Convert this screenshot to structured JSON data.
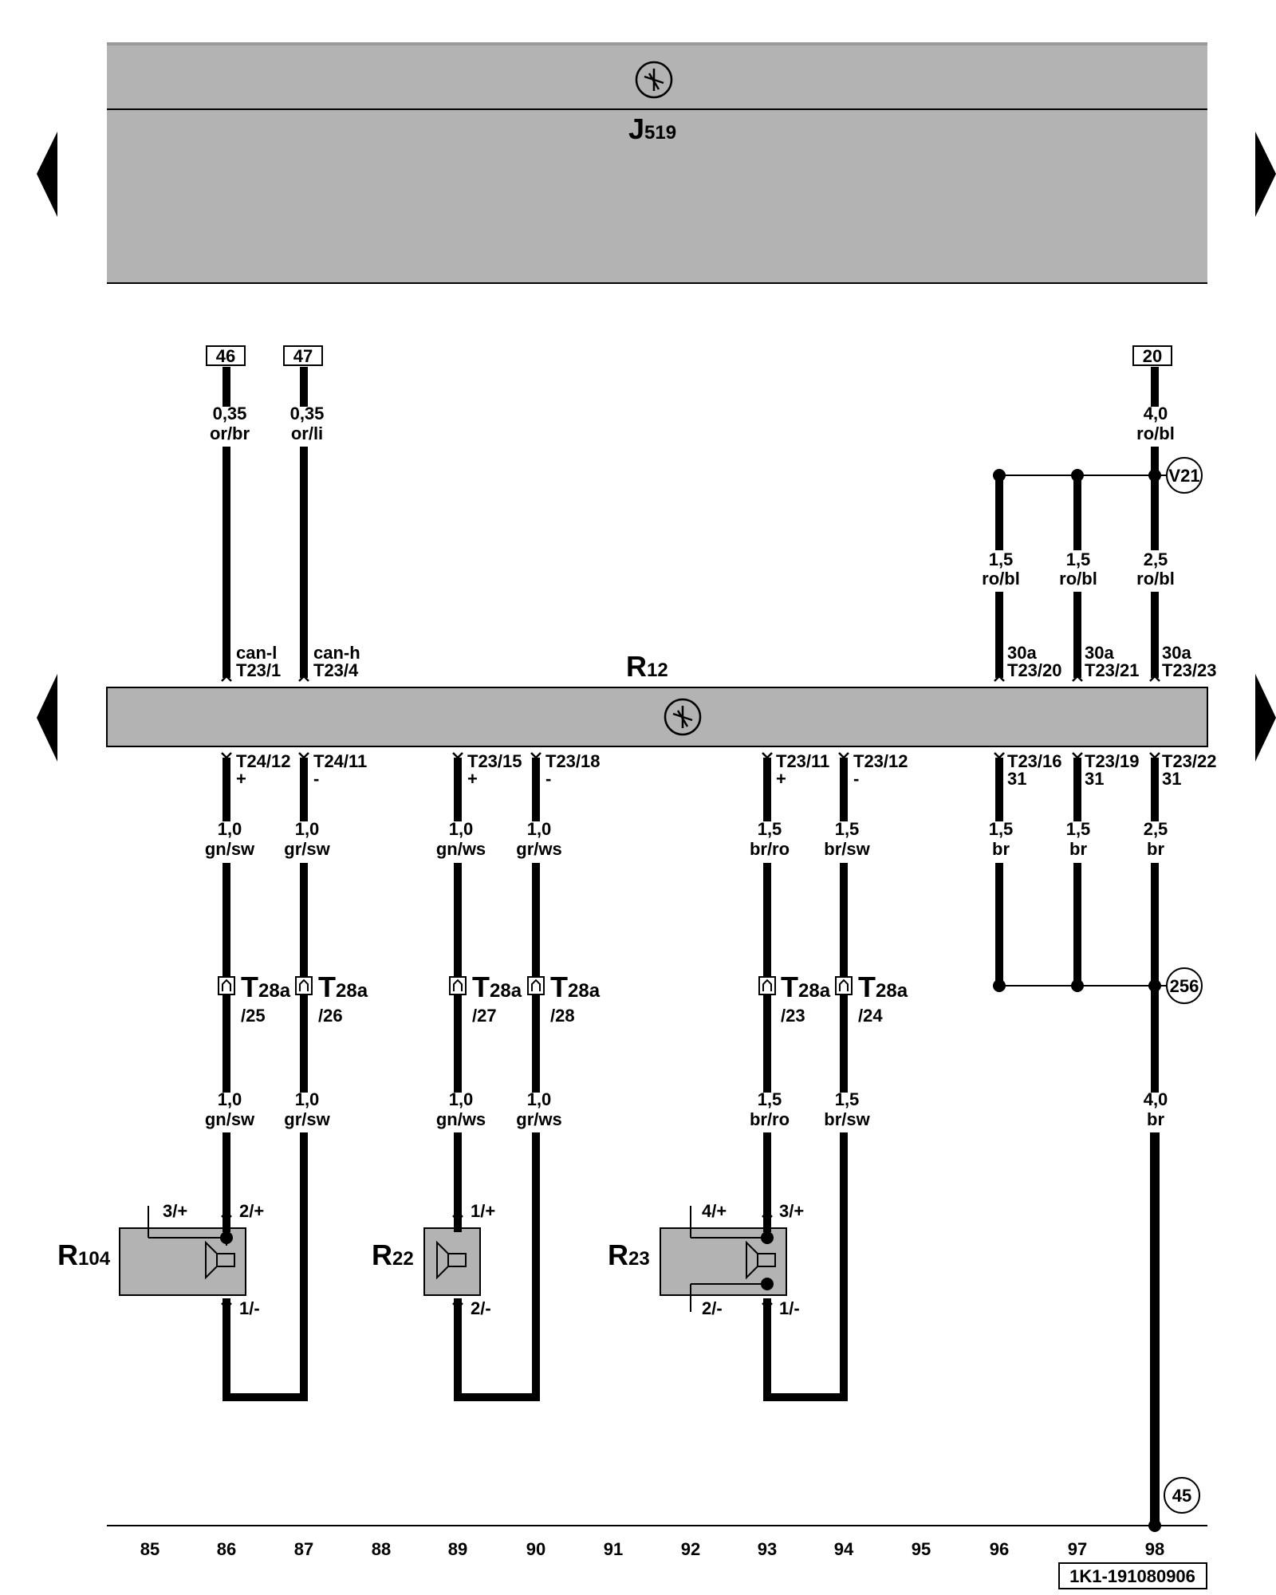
{
  "modules": {
    "top": {
      "name": "J",
      "sub": "519"
    },
    "middle": {
      "name": "R",
      "sub": "12"
    }
  },
  "side_arrows": [
    "left",
    "right",
    "left",
    "right"
  ],
  "top_refs": [
    {
      "x": 86,
      "ref": "46",
      "size": "0,35",
      "color": "or/br"
    },
    {
      "x": 87,
      "ref": "47",
      "size": "0,35",
      "color": "or/li"
    },
    {
      "x": 98,
      "ref": "20",
      "size": "4,0",
      "color": "ro/bl"
    }
  ],
  "v21_node": {
    "label": "V21"
  },
  "power_wires": [
    {
      "x": 96,
      "size": "1,5",
      "color": "ro/bl",
      "pin_fn": "30a",
      "pin": "T23/20"
    },
    {
      "x": 97,
      "size": "1,5",
      "color": "ro/bl",
      "pin_fn": "30a",
      "pin": "T23/21"
    },
    {
      "x": 98,
      "size": "2,5",
      "color": "ro/bl",
      "pin_fn": "30a",
      "pin": "T23/23"
    }
  ],
  "can_pins": [
    {
      "x": 86,
      "fn": "can-l",
      "pin": "T23/1"
    },
    {
      "x": 87,
      "fn": "can-h",
      "pin": "T23/4"
    }
  ],
  "lower_wires": [
    {
      "x": 86,
      "pin": "T24/12",
      "pol": "+",
      "size": "1,0",
      "color": "gn/sw",
      "conn": "T",
      "conn_sub": "28a",
      "conn_pin": "/25",
      "size2": "1,0",
      "color2": "gn/sw"
    },
    {
      "x": 87,
      "pin": "T24/11",
      "pol": "-",
      "size": "1,0",
      "color": "gr/sw",
      "conn": "T",
      "conn_sub": "28a",
      "conn_pin": "/26",
      "size2": "1,0",
      "color2": "gr/sw"
    },
    {
      "x": 89,
      "pin": "T23/15",
      "pol": "+",
      "size": "1,0",
      "color": "gn/ws",
      "conn": "T",
      "conn_sub": "28a",
      "conn_pin": "/27",
      "size2": "1,0",
      "color2": "gn/ws"
    },
    {
      "x": 90,
      "pin": "T23/18",
      "pol": "-",
      "size": "1,0",
      "color": "gr/ws",
      "conn": "T",
      "conn_sub": "28a",
      "conn_pin": "/28",
      "size2": "1,0",
      "color2": "gr/ws"
    },
    {
      "x": 93,
      "pin": "T23/11",
      "pol": "+",
      "size": "1,5",
      "color": "br/ro",
      "conn": "T",
      "conn_sub": "28a",
      "conn_pin": "/23",
      "size2": "1,5",
      "color2": "br/ro"
    },
    {
      "x": 94,
      "pin": "T23/12",
      "pol": "-",
      "size": "1,5",
      "color": "br/sw",
      "conn": "T",
      "conn_sub": "28a",
      "conn_pin": "/24",
      "size2": "1,5",
      "color2": "br/sw"
    }
  ],
  "ground_wires": [
    {
      "x": 96,
      "pin": "T23/16",
      "fn": "31",
      "size": "1,5",
      "color": "br"
    },
    {
      "x": 97,
      "pin": "T23/19",
      "fn": "31",
      "size": "1,5",
      "color": "br"
    },
    {
      "x": 98,
      "pin": "T23/22",
      "fn": "31",
      "size": "2,5",
      "color": "br"
    }
  ],
  "node_256": {
    "label": "256"
  },
  "ground_trunk": {
    "size": "4,0",
    "color": "br"
  },
  "node_45": {
    "label": "45"
  },
  "speakers": [
    {
      "name": "R",
      "sub": "104",
      "pins": [
        "3/+",
        "2/+",
        "1/-"
      ]
    },
    {
      "name": "R",
      "sub": "22",
      "pins": [
        "1/+",
        "2/-"
      ]
    },
    {
      "name": "R",
      "sub": "23",
      "pins": [
        "4/+",
        "3/+",
        "2/-",
        "1/-"
      ]
    }
  ],
  "grid_numbers": [
    "85",
    "86",
    "87",
    "88",
    "89",
    "90",
    "91",
    "92",
    "93",
    "94",
    "95",
    "96",
    "97",
    "98"
  ],
  "doc_id": "1K1-191080906",
  "colors": {
    "module_fill": "#b3b3b3",
    "ink": "#000000",
    "background": "#ffffff"
  }
}
